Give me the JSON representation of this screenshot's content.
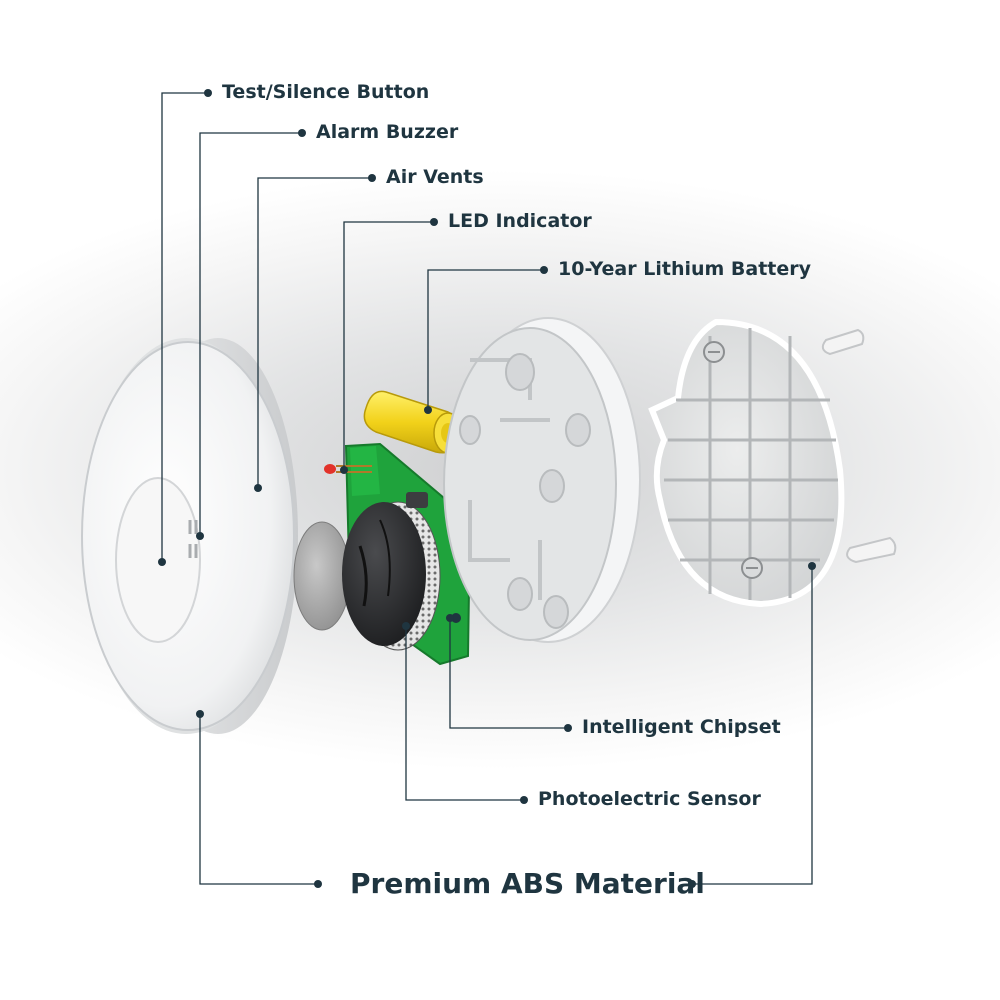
{
  "colors": {
    "callout": "#1f3540",
    "pcb": "#1fa33c",
    "battery": "#f2d21a",
    "sensor": "#2e2f31",
    "housing": "#ffffff"
  },
  "labels": {
    "test_silence_button": "Test/Silence Button",
    "alarm_buzzer": "Alarm Buzzer",
    "air_vents": "Air Vents",
    "led_indicator": "LED Indicator",
    "battery": "10-Year Lithium Battery",
    "chipset": "Intelligent Chipset",
    "sensor": "Photoelectric Sensor",
    "material": "Premium ABS Material"
  }
}
